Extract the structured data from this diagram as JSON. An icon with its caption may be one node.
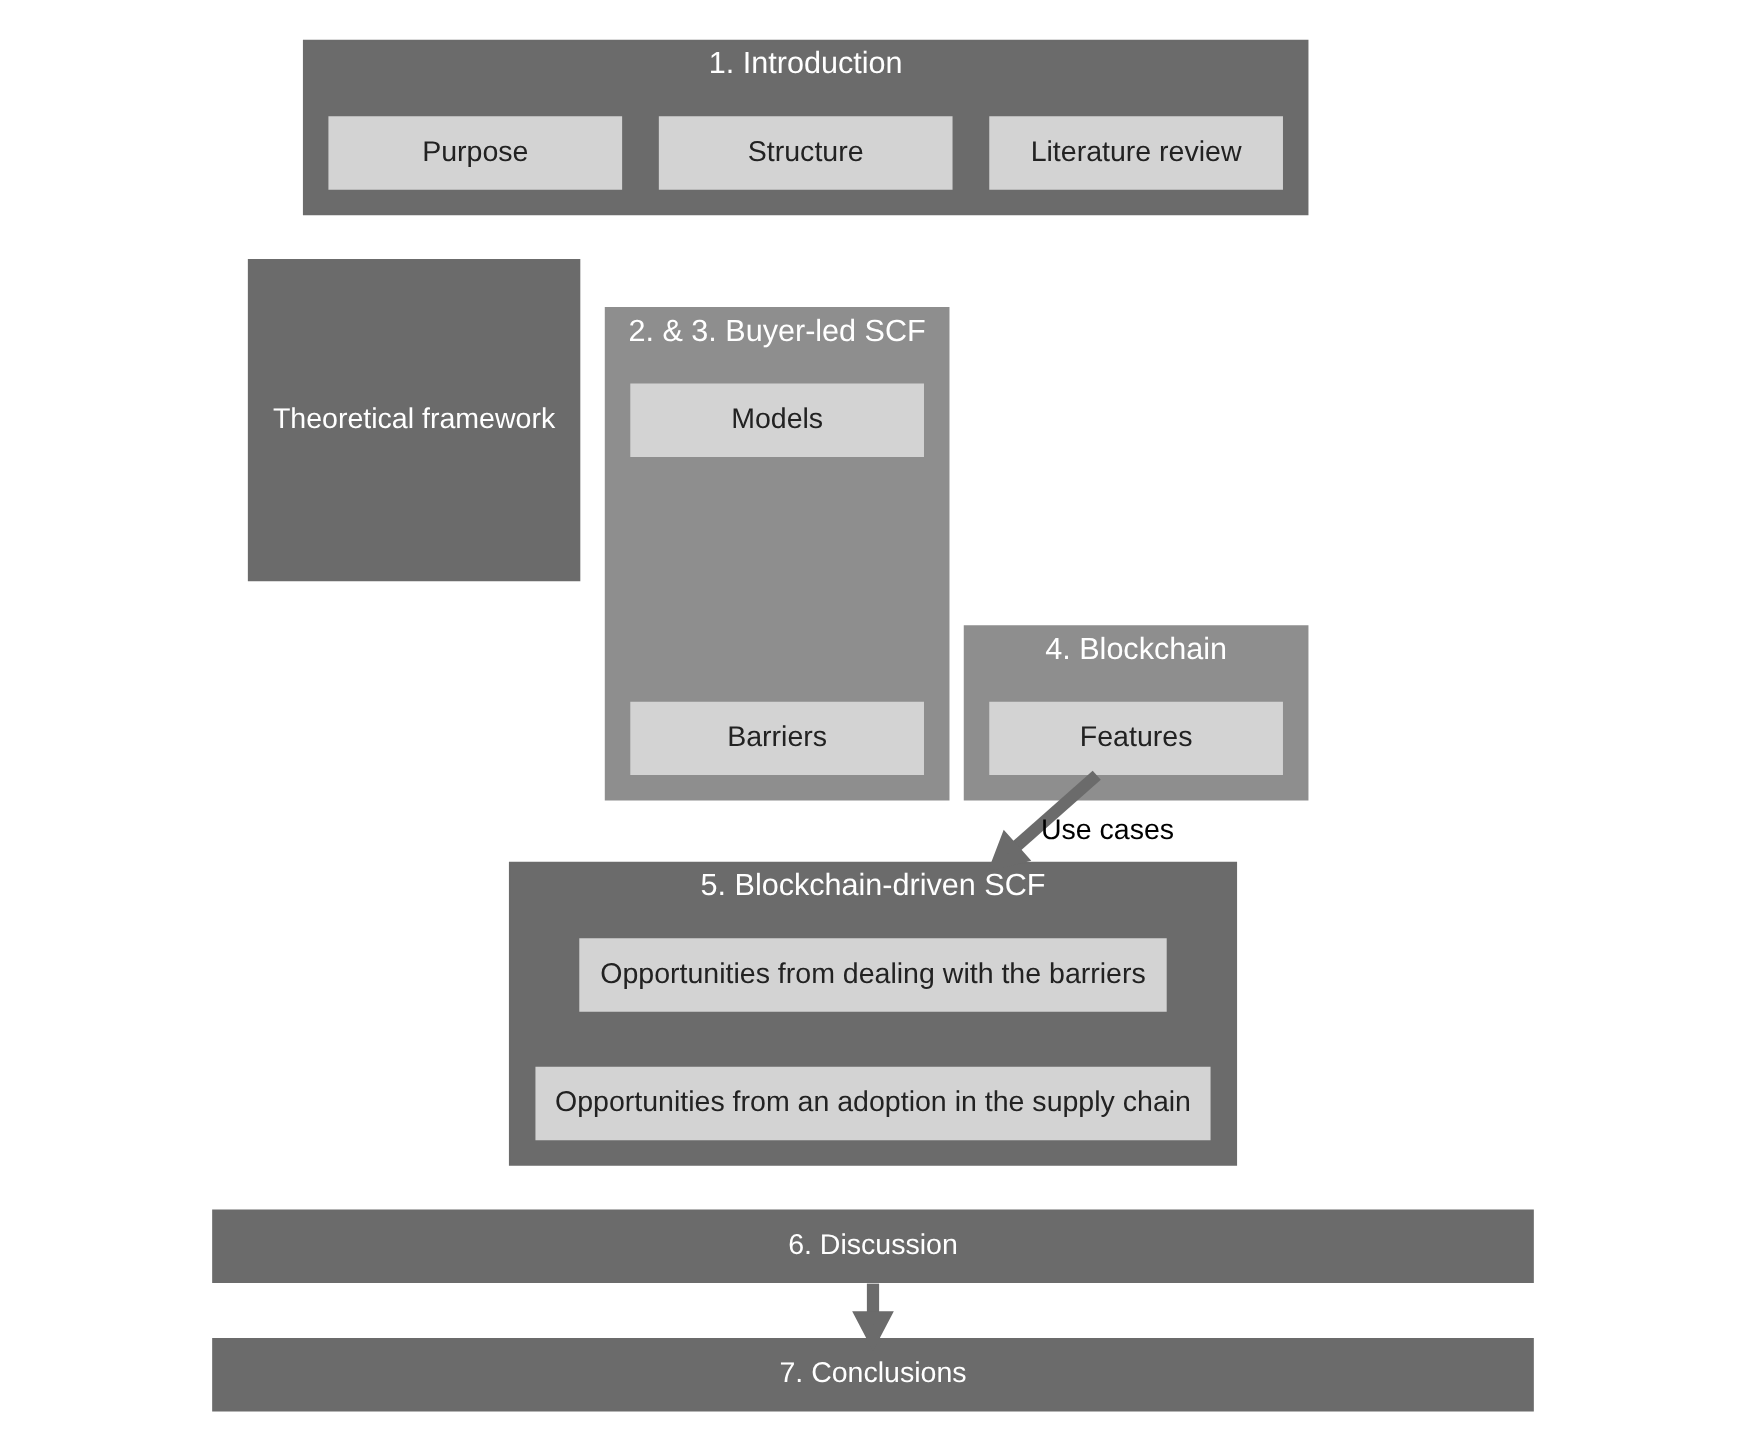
{
  "diagram": {
    "nodes": [
      {
        "text": [
          "1. Introduction"
        ]
      },
      {
        "text": [
          "Purpose"
        ],
        "in": 0
      },
      {
        "text": [
          "Structure"
        ],
        "in": 0
      },
      {
        "text": [
          "Literature review"
        ],
        "in": 0
      },
      {
        "text": [
          "Theoretical framework"
        ]
      },
      {
        "text": [
          "2. & 3. Buyer-led SCF"
        ]
      },
      {
        "text": [
          "Models"
        ],
        "in": 5
      },
      {
        "text": [
          "Barriers"
        ],
        "in": 5
      },
      {
        "text": [
          "4. Blockchain"
        ]
      },
      {
        "text": [
          "Features"
        ],
        "in": 8
      },
      {
        "text": [
          "5. Blockchain-driven SCF"
        ]
      },
      {
        "text": [
          "Opportunities from dealing with the barriers"
        ],
        "in": 10
      },
      {
        "text": [
          "Opportunities from an adoption in the supply chain"
        ],
        "in": 10
      },
      {
        "text": [
          "6. Discussion"
        ]
      },
      {
        "text": [
          "7. Conclusions"
        ]
      }
    ],
    "edges": [
      {
        "from": 9,
        "to": 10,
        "arrow": "to",
        "label": "Use cases"
      },
      {
        "from": 13,
        "to": 14,
        "arrow": "to"
      }
    ]
  }
}
